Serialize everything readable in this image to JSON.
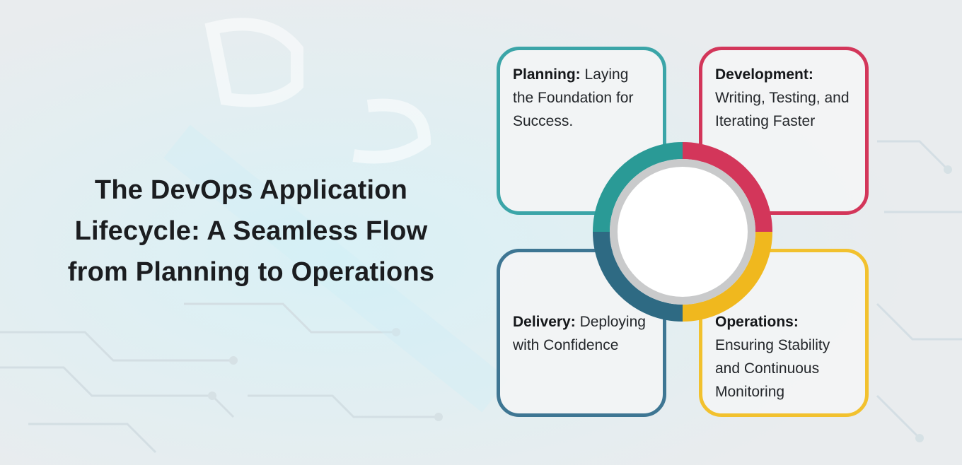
{
  "title": {
    "line1": "The DevOps Application",
    "line2": "Lifecycle: A Seamless Flow",
    "line3": "from Planning to Operations"
  },
  "colors": {
    "planning": "#3ba5a8",
    "planning_arc": "#2a9a96",
    "development": "#d3365a",
    "delivery": "#3e7693",
    "delivery_arc": "#2e6a83",
    "operations": "#f2c12e",
    "operations_arc": "#f0b81e",
    "center_ring": "#c9cacb"
  },
  "cards": {
    "planning": {
      "heading": "Planning:",
      "text": "Laying the Foundation for Success."
    },
    "development": {
      "heading": "Development:",
      "text": "Writing, Testing, and Iterating Faster"
    },
    "delivery": {
      "heading": "Delivery:",
      "text": "Deploying with Confidence"
    },
    "operations": {
      "heading": "Operations:",
      "text": "Ensuring Stability and Continuous Monitoring"
    }
  }
}
